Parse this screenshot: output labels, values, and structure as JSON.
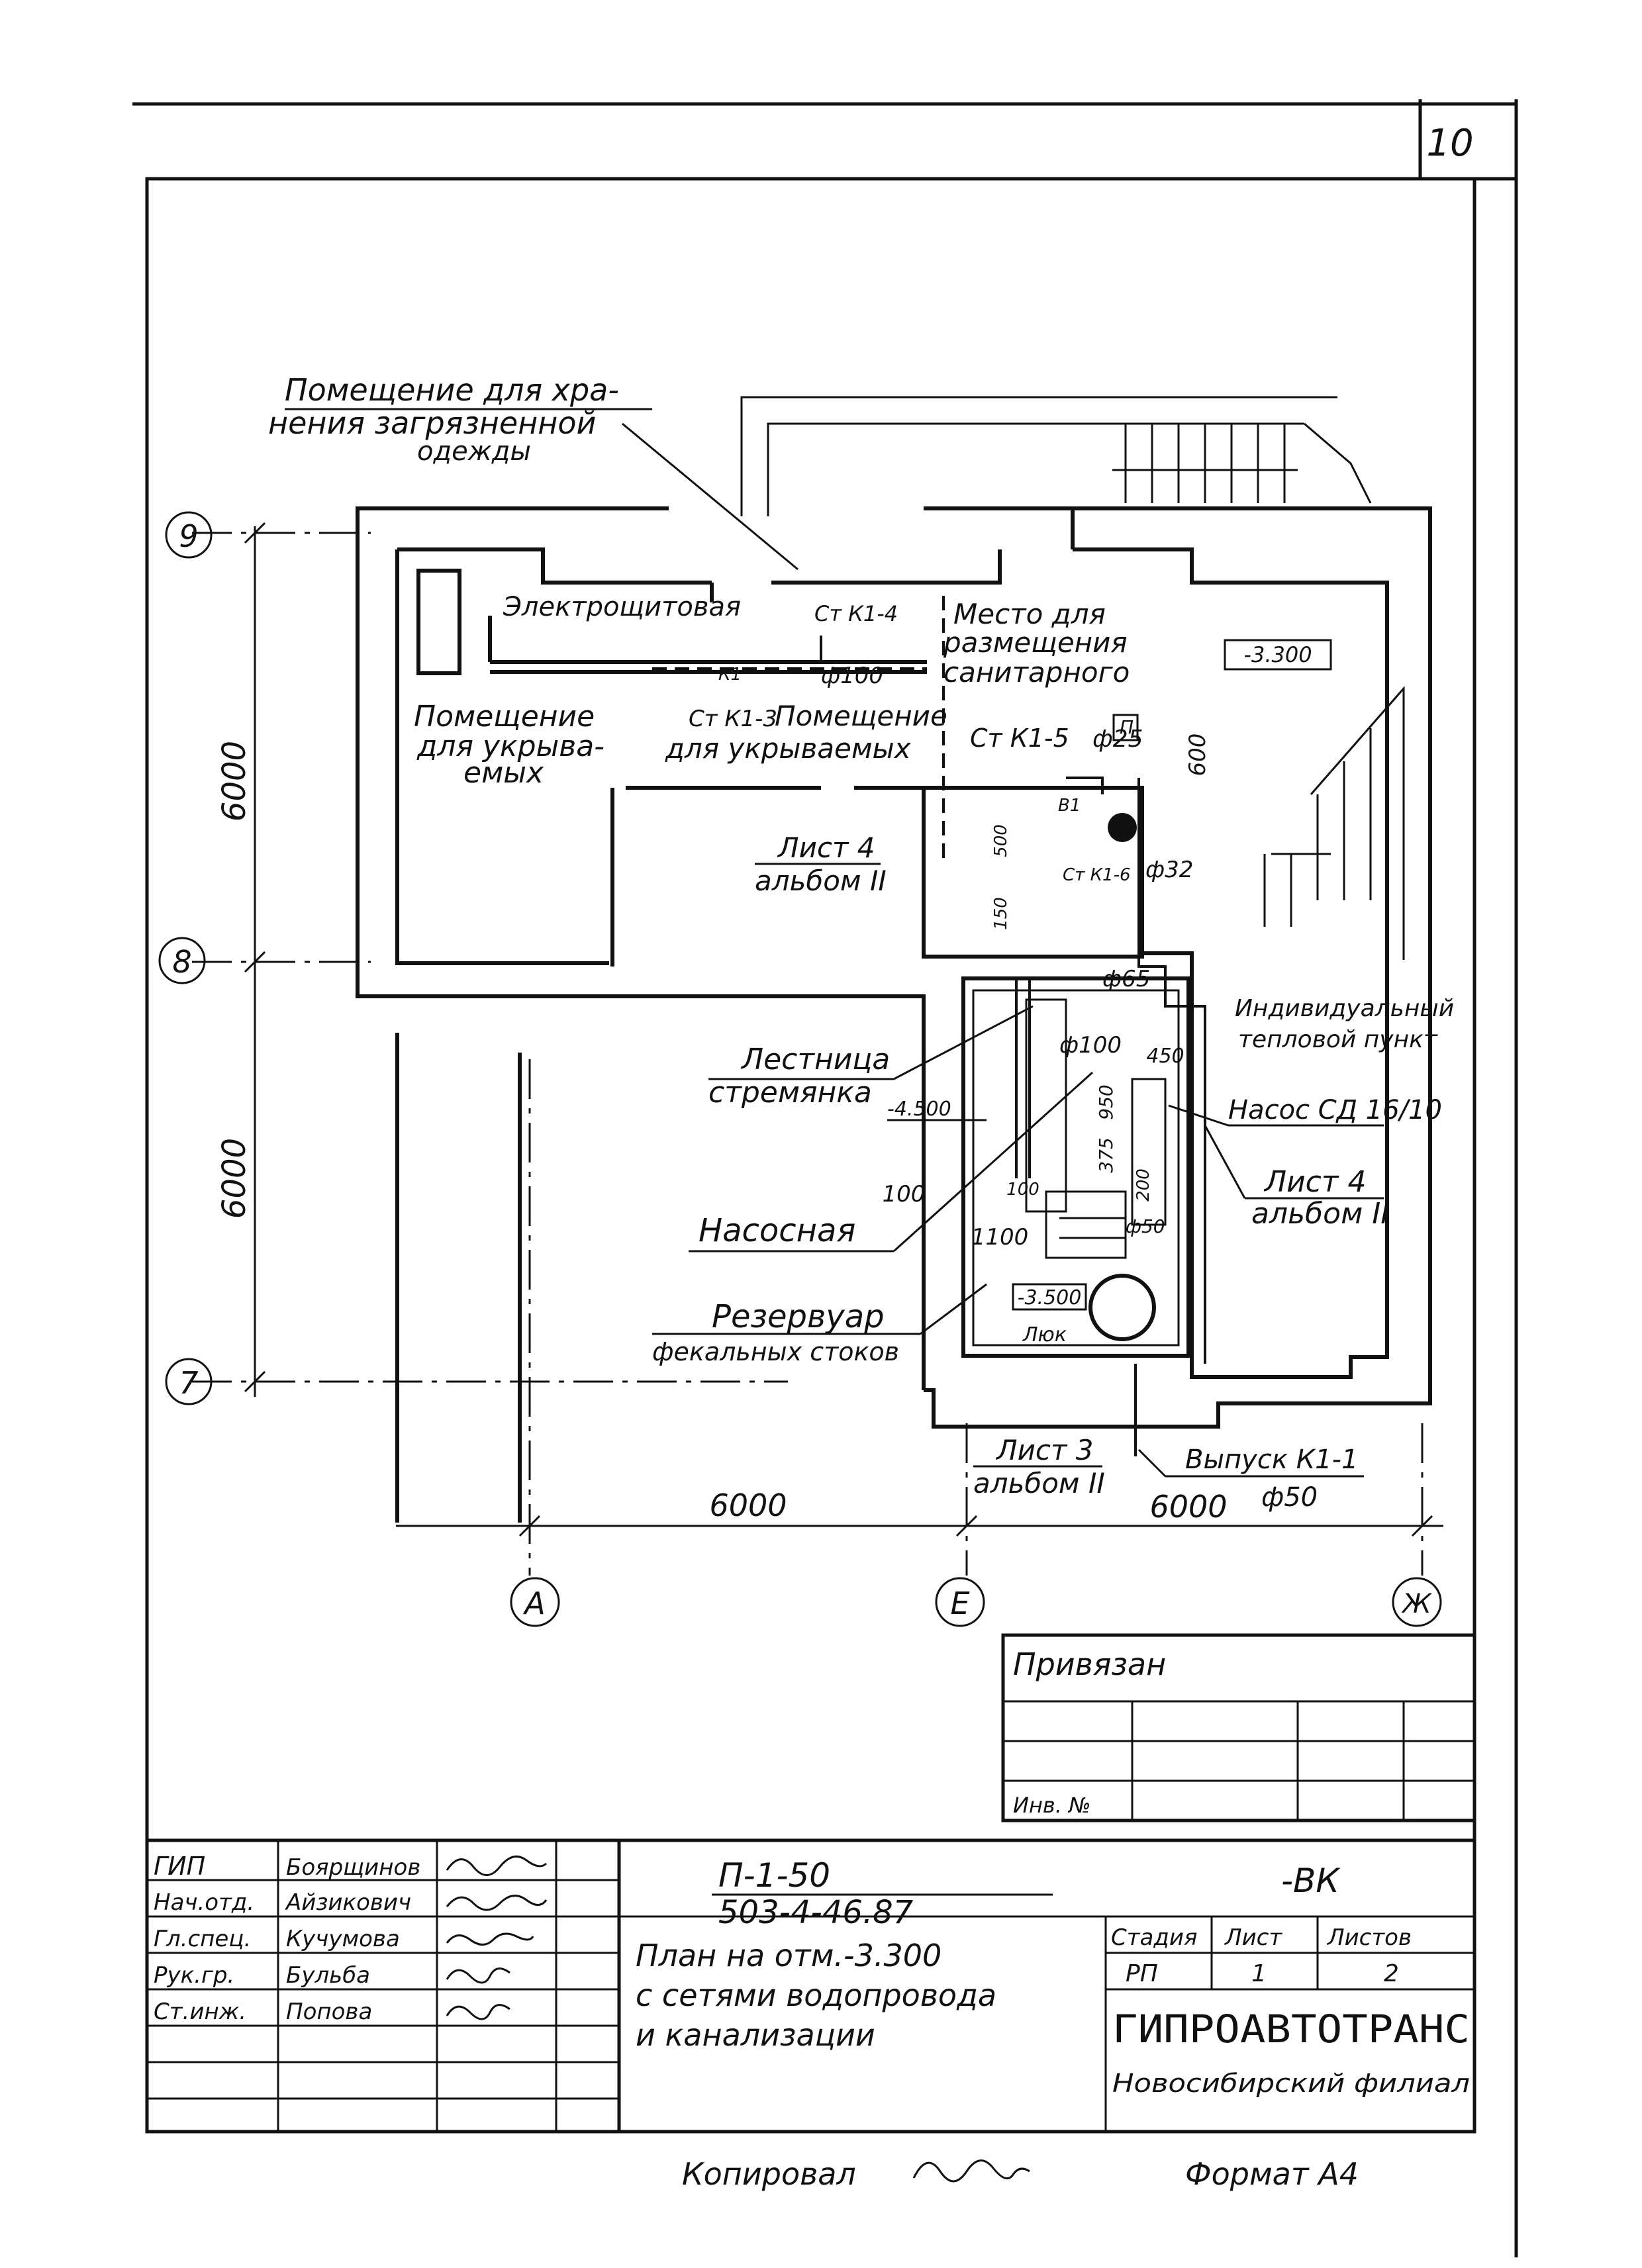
{
  "sheet": {
    "number": "10"
  },
  "rooms": {
    "dirty_clothes": [
      "Помещение для хра-",
      "нения загрязненной",
      "одежды"
    ],
    "electrical": "Электрощитовая",
    "sanitary_place": [
      "Место для",
      "размещения",
      "санитарного"
    ],
    "shelter_left": [
      "Помещение",
      "для укрыва-",
      "емых"
    ],
    "shelter_center": [
      "Помещение",
      "для укрываемых"
    ],
    "heat_point": [
      "Индивидуальный",
      "тепловой пункт"
    ],
    "pump_room": "Насосная",
    "ladder": [
      "Лестница",
      "стремянка"
    ],
    "tank": [
      "Резервуар",
      "фекальных стоков"
    ],
    "hatch": "Люк"
  },
  "tags": {
    "st_k1_4": "Ст К1-4",
    "st_k1_3": "Ст К1-3",
    "st_k1_5": "Ст К1-5",
    "st_k1_6": "Ст К1-6",
    "k1": "К1",
    "b1": "В1",
    "d100_top": "ф100",
    "d25": "ф25",
    "d32": "ф32",
    "d65": "ф65",
    "d100_mid": "ф100",
    "d50_small": "ф50",
    "pump": "Насос СД 16/10",
    "outlet": "Выпуск К1-1",
    "outlet_d": "ф50",
    "ref_sheet4_a": [
      "Лист 4",
      "альбом II"
    ],
    "ref_sheet4_b": [
      "Лист 4",
      "альбом II"
    ],
    "ref_sheet3": [
      "Лист 3",
      "альбом II"
    ],
    "p_mark": "П"
  },
  "levels": {
    "lvl_3300": "-3.300",
    "lvl_4500": "-4.500",
    "lvl_3500": "-3.500"
  },
  "dimensions": {
    "d6000_left_top": "6000",
    "d6000_left_bottom": "6000",
    "d6000_bottom_left": "6000",
    "d6000_bottom_right": "6000",
    "d600": "600",
    "d500": "500",
    "d150": "150",
    "d450": "450",
    "d950": "950",
    "d375": "375",
    "d100_a": "100",
    "d100_b": "100",
    "d1100": "1100",
    "d200": "200"
  },
  "axes": {
    "a9": "9",
    "a8": "8",
    "a7": "7",
    "aA": "А",
    "aE": "Е",
    "aZh": "Ж"
  },
  "title_block": {
    "privyazan": "Привязан",
    "inv": "Инв. №",
    "roles": [
      "ГИП",
      "Нач.отд.",
      "Гл.спец.",
      "Рук.гр.",
      "Ст.инж."
    ],
    "names": [
      "Боярщинов",
      "Айзикович",
      "Кучумова",
      "Бульба",
      "Попова"
    ],
    "code_top": "П-1-50",
    "code_bottom": "503-4-46.87",
    "mark": "-ВК",
    "title_lines": [
      "План на отм.-3.300",
      "с сетями водопровода",
      "и канализации"
    ],
    "stage_header": "Стадия",
    "sheet_header": "Лист",
    "sheets_header": "Листов",
    "stage": "РП",
    "sheet": "1",
    "sheets": "2",
    "org": "ГИПРОАВТОТРАНС",
    "branch": "Новосибирский филиал"
  },
  "footer": {
    "copied": "Копировал",
    "format": "Формат А4"
  }
}
